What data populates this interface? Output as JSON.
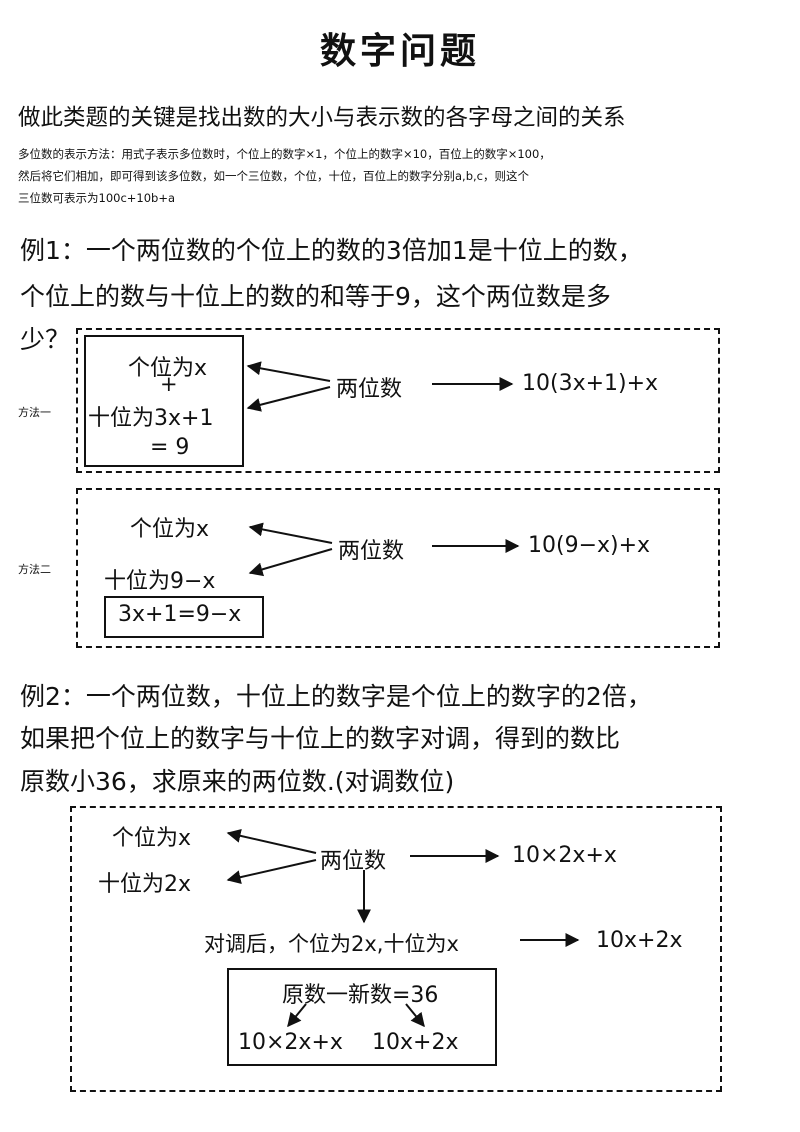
{
  "title": "数字问题",
  "intro": "做此类题的关键是找出数的大小与表示数的各字母之间的关系",
  "note_lines": [
    "多位数的表示方法：用式子表示多位数时，个位上的数字×1，个位上的数字×10，百位上的数字×100，",
    "然后将它们相加，即可得到该多位数，如一个三位数，个位，十位，百位上的数字分别a,b,c，则这个",
    "三位数可表示为100c+10b+a"
  ],
  "example1": {
    "lines": [
      "例1：一个两位数的个位上的数的3倍加1是十位上的数，",
      "个位上的数与十位上的数的和等于9，这个两位数是多",
      "少？"
    ],
    "method1": {
      "label": "方法一",
      "ones": "个位为x",
      "plus": "+",
      "tens": "十位为3x+1",
      "eq": "= 9",
      "center": "两位数",
      "result": "10(3x+1)+x"
    },
    "method2": {
      "label": "方法二",
      "ones": "个位为x",
      "tens": "十位为9−x",
      "center": "两位数",
      "result": "10(9−x)+x",
      "equation": "3x+1=9−x"
    }
  },
  "example2": {
    "lines": [
      "例2：一个两位数，十位上的数字是个位上的数字的2倍，",
      "如果把个位上的数字与十位上的数字对调，得到的数比",
      "原数小36，求原来的两位数.(对调数位)"
    ],
    "ones": "个位为x",
    "tens": "十位为2x",
    "center": "两位数",
    "result": "10×2x+x",
    "swapped": "对调后，个位为2x,十位为x",
    "swapped_result": "10x+2x",
    "box_eq": "原数一新数=36",
    "box_left": "10×2x+x",
    "box_right": "10x+2x"
  }
}
